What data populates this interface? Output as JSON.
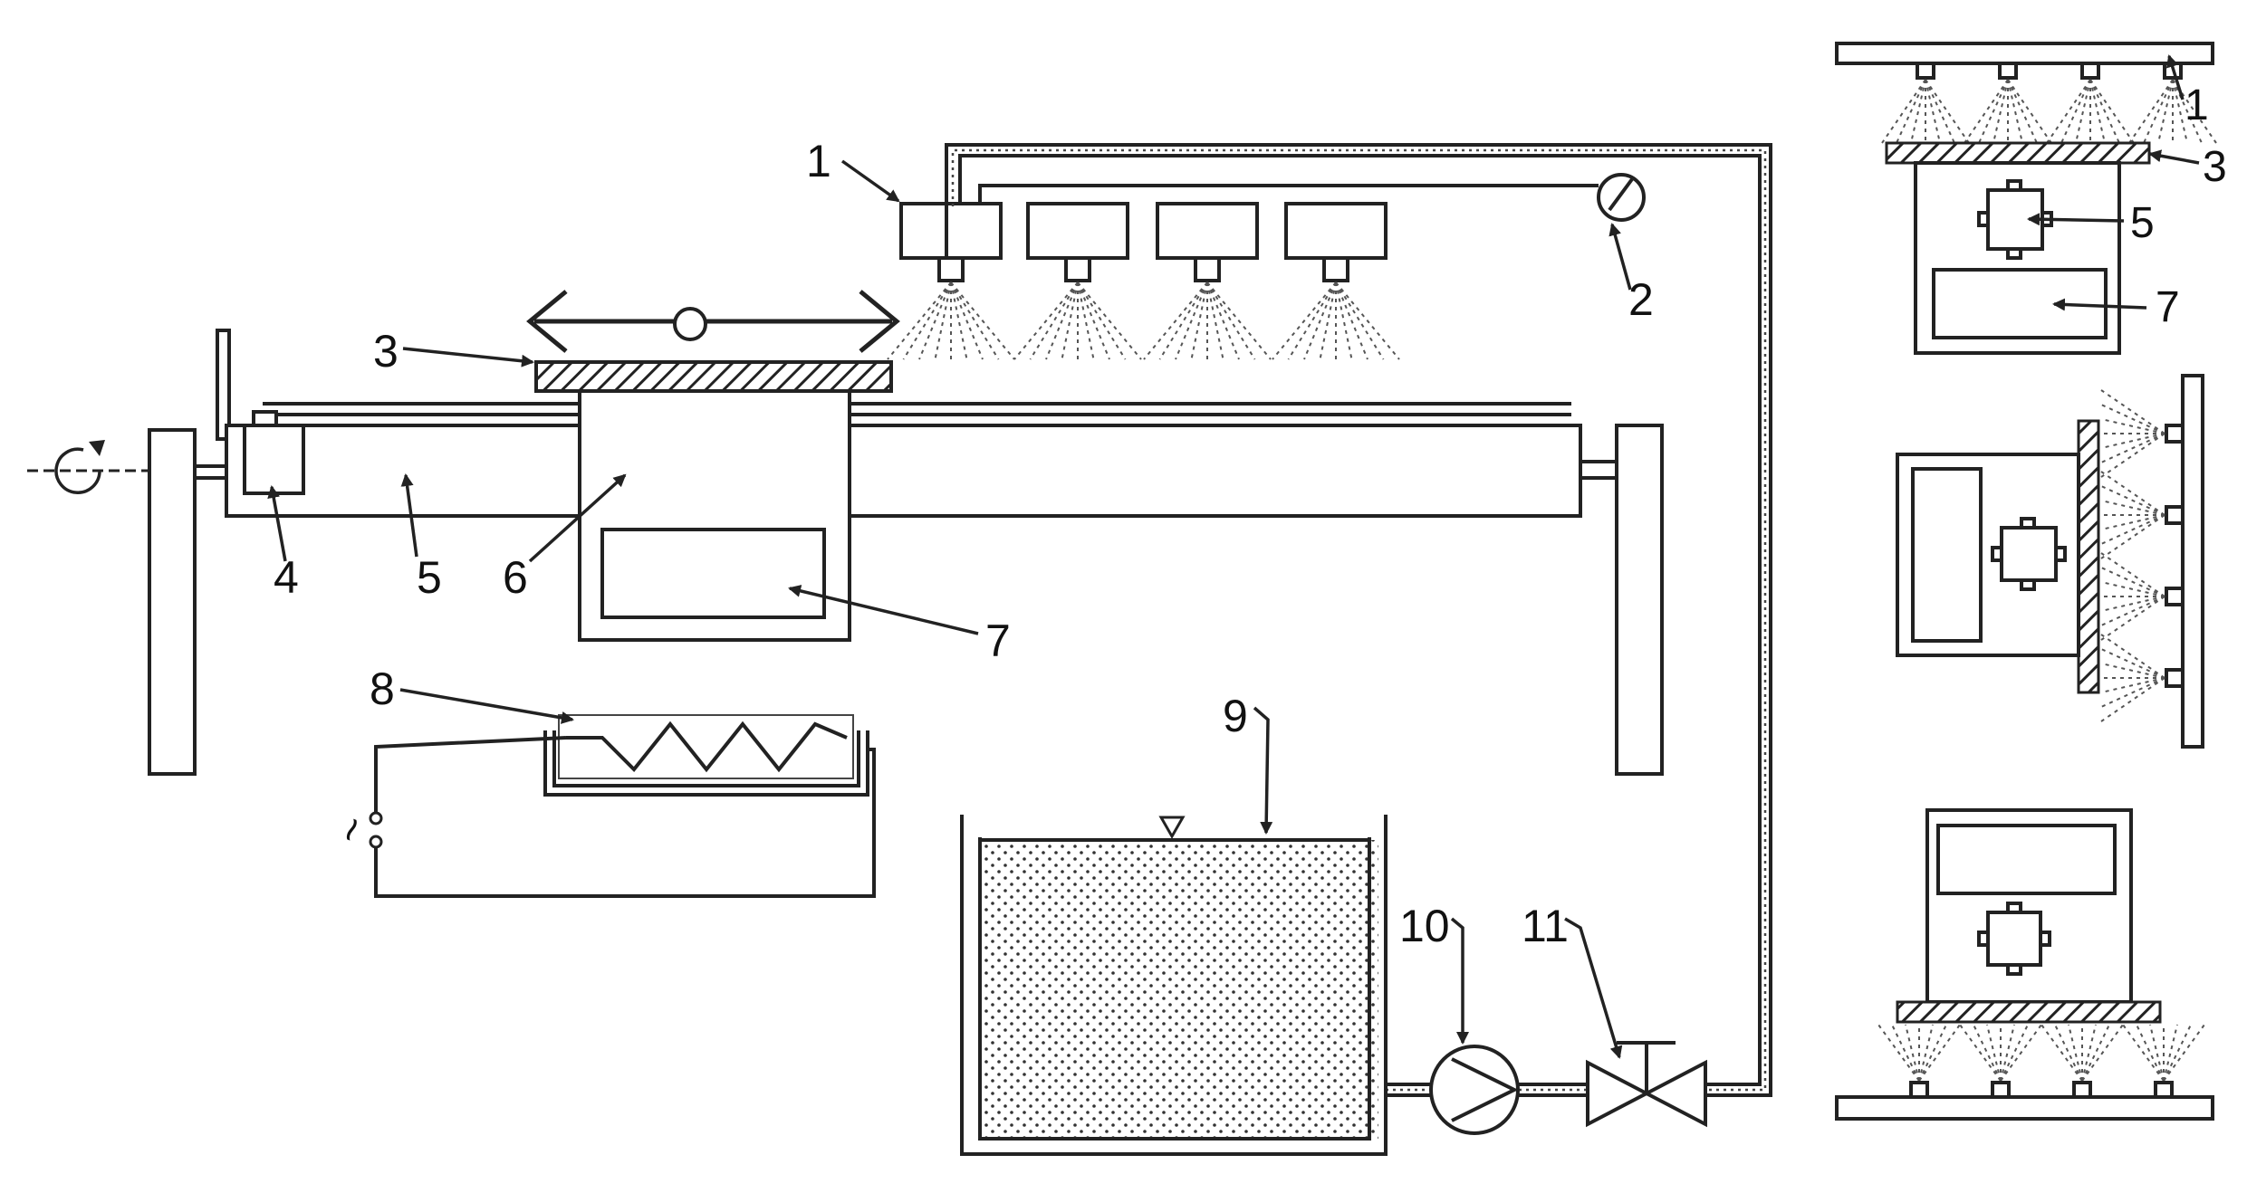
{
  "labels": {
    "spray_nozzles": "1",
    "pressure_gauge": "2",
    "specimen_plate": "3",
    "motor": "4",
    "rotating_shaft": "5",
    "specimen_holder": "6",
    "counterweight": "7",
    "heater": "8",
    "water_tank": "9",
    "pump": "10",
    "valve": "11"
  },
  "side_views": {
    "top": {
      "l1": "1",
      "l3": "3",
      "l5": "5",
      "l7": "7"
    }
  },
  "power_symbol": "~"
}
